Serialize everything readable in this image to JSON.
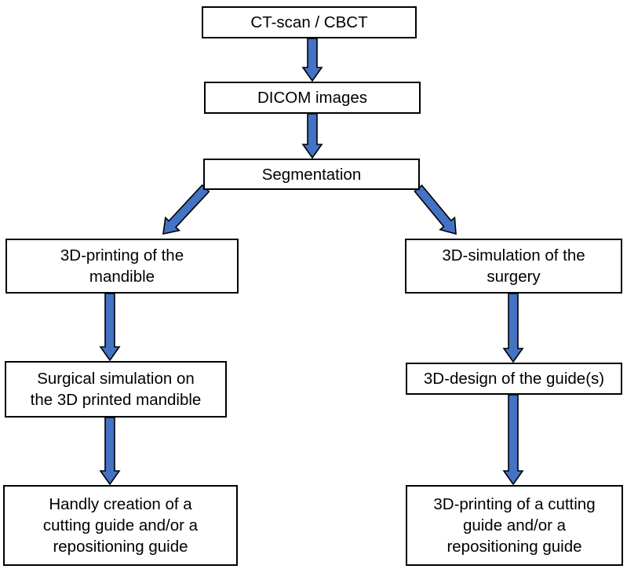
{
  "colors": {
    "arrow_fill": "#4472C4",
    "arrow_stroke": "#000000",
    "box_border": "#000000"
  },
  "nodes": {
    "ct_scan": "CT-scan / CBCT",
    "dicom": "DICOM images",
    "segmentation": "Segmentation",
    "printing_mandible": "3D-printing of the\nmandible",
    "simulation_surgery": "3D-simulation of the\nsurgery",
    "surgical_simulation": "Surgical simulation on\nthe 3D printed mandible",
    "design_guides": "3D-design of the guide(s)",
    "handly_creation": "Handly creation of a\ncutting guide and/or a\nrepositioning guide",
    "printing_cutting_guide": "3D-printing of a cutting\nguide and/or a\nrepositioning guide"
  },
  "edges": [
    {
      "from": "ct_scan",
      "to": "dicom"
    },
    {
      "from": "dicom",
      "to": "segmentation"
    },
    {
      "from": "segmentation",
      "to": "printing_mandible"
    },
    {
      "from": "segmentation",
      "to": "simulation_surgery"
    },
    {
      "from": "printing_mandible",
      "to": "surgical_simulation"
    },
    {
      "from": "simulation_surgery",
      "to": "design_guides"
    },
    {
      "from": "surgical_simulation",
      "to": "handly_creation"
    },
    {
      "from": "design_guides",
      "to": "printing_cutting_guide"
    }
  ]
}
